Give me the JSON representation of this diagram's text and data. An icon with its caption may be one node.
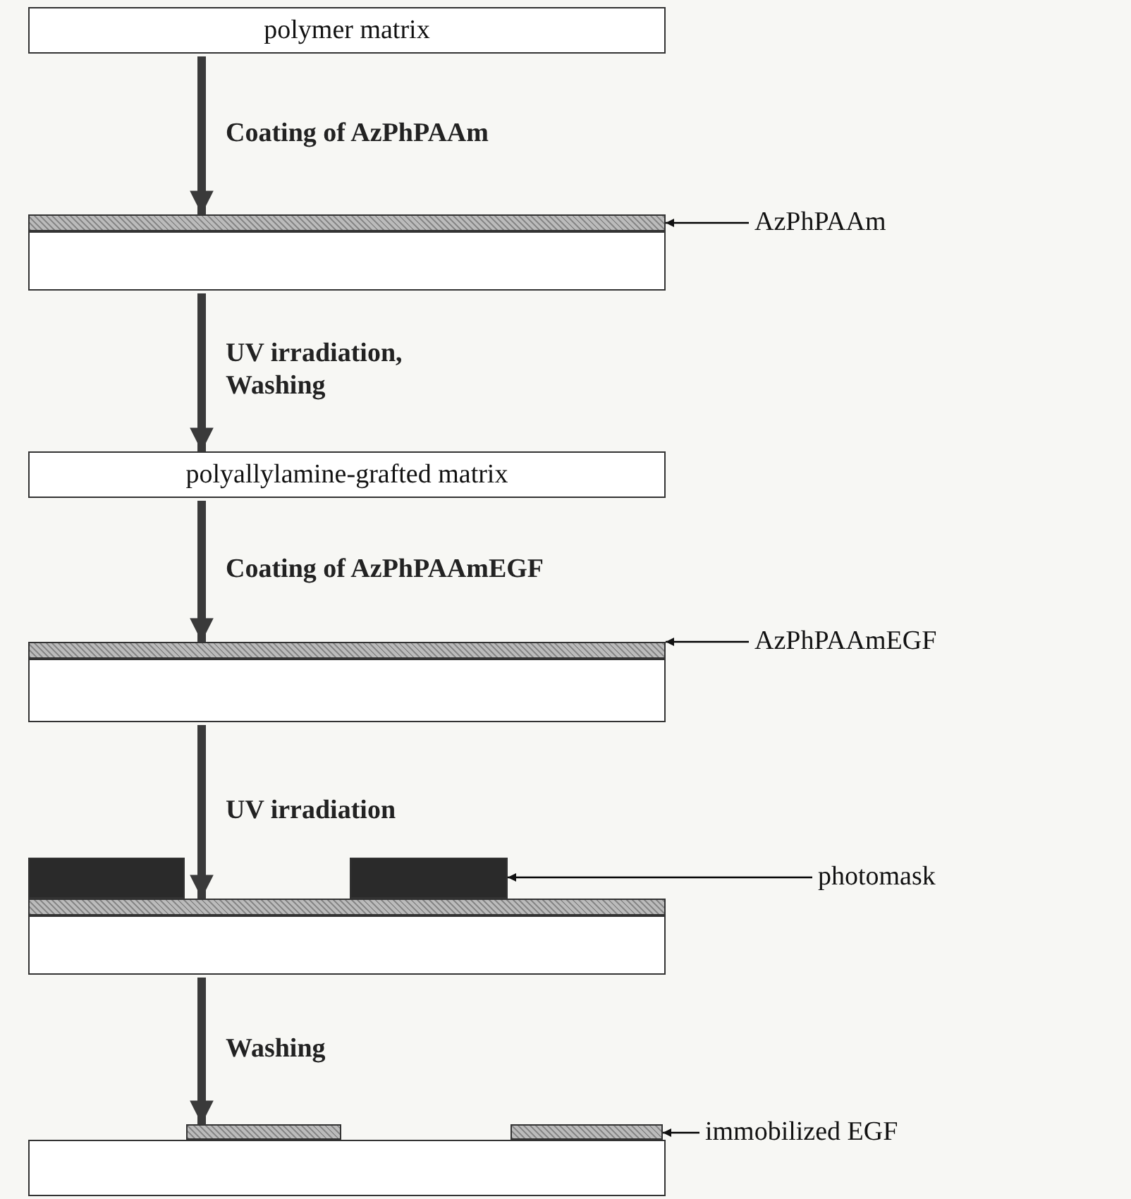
{
  "diagram": {
    "nodes": [
      {
        "text": [
          "polymer matrix"
        ]
      },
      {
        "text": [],
        "shape": "bar"
      },
      {
        "text": [],
        "shape": "box"
      },
      {
        "text": [
          "AzPhPAAm"
        ]
      },
      {
        "text": [
          "polyallylamine-grafted matrix"
        ]
      },
      {
        "text": [],
        "shape": "bar"
      },
      {
        "text": [],
        "shape": "box"
      },
      {
        "text": [
          "AzPhPAAmEGF"
        ]
      },
      {
        "text": [],
        "shape": "bar"
      },
      {
        "text": [],
        "shape": "bar"
      },
      {
        "text": [],
        "shape": "bar"
      },
      {
        "text": [],
        "shape": "box"
      },
      {
        "text": [
          "photomask"
        ]
      },
      {
        "text": [],
        "shape": "bar"
      },
      {
        "text": [],
        "shape": "bar"
      },
      {
        "text": [],
        "shape": "box"
      },
      {
        "text": [
          "immobilized EGF"
        ]
      }
    ],
    "edges": [
      {
        "from": 0,
        "to": 1,
        "arrow": "to",
        "label": "Coating of AzPhPAAm"
      },
      {
        "from": 3,
        "to": 1,
        "arrow": "to",
        "color": "#000000"
      },
      {
        "from": 2,
        "to": 4,
        "arrow": "to",
        "label": "UV irradiation, Washing"
      },
      {
        "from": 4,
        "to": 5,
        "arrow": "to",
        "label": "Coating of AzPhPAAmEGF"
      },
      {
        "from": 7,
        "to": 5,
        "arrow": "to",
        "color": "#000000"
      },
      {
        "from": 6,
        "to": 10,
        "arrow": "to",
        "label": "UV irradiation"
      },
      {
        "from": 12,
        "to": 9,
        "arrow": "to",
        "color": "#000000"
      },
      {
        "from": 11,
        "to": 13,
        "arrow": "to",
        "label": "Washing"
      },
      {
        "from": 16,
        "to": 14,
        "arrow": "to",
        "color": "#000000"
      }
    ]
  }
}
